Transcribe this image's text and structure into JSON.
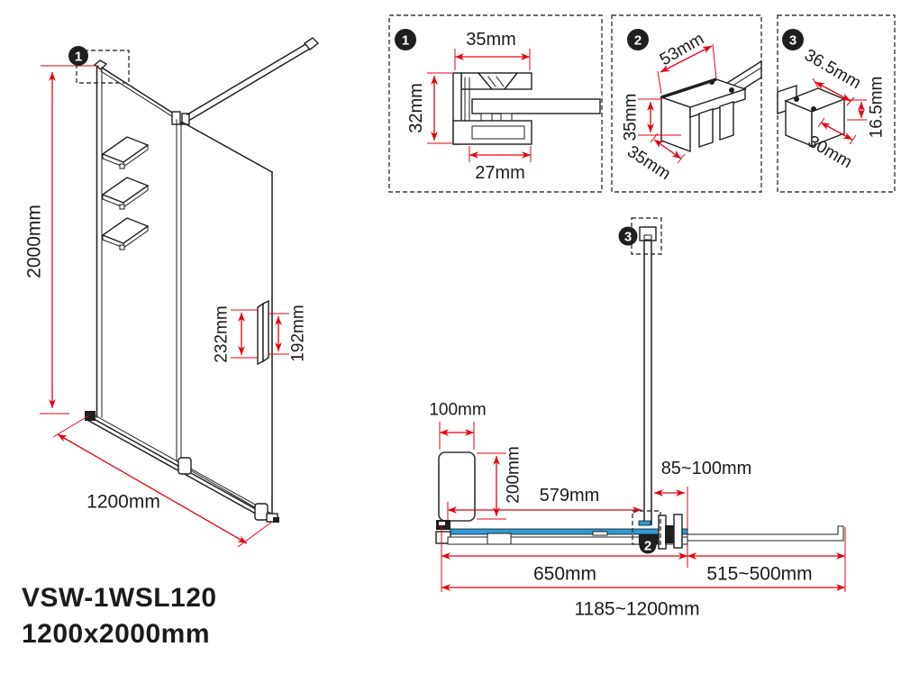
{
  "title": {
    "model": "VSW-1WSL120",
    "size": "1200x2000mm"
  },
  "callouts": {
    "n1": "1",
    "n2": "2",
    "n3": "3"
  },
  "colors": {
    "dimension_red": "#e60012",
    "glass_blue": "#2e9bd6",
    "line_dark": "#1f1f1f",
    "background": "#ffffff"
  },
  "iso": {
    "height": "2000mm",
    "width": "1200mm",
    "handle_outer": "232mm",
    "handle_inner": "192mm"
  },
  "detail1": {
    "width_top": "35mm",
    "height_left": "32mm",
    "width_bottom": "27mm"
  },
  "detail2": {
    "length_top": "53mm",
    "height_left": "35mm",
    "depth_bottom": "35mm"
  },
  "detail3": {
    "length_top": "36.5mm",
    "height_right": "16.5mm",
    "length_bottom": "30mm"
  },
  "plan": {
    "head_width": "100mm",
    "head_depth": "200mm",
    "wall_to_bar": "579mm",
    "bar_gap": "85~100mm",
    "panel_width": "650mm",
    "gap_width": "515~500mm",
    "total_width": "1185~1200mm"
  }
}
